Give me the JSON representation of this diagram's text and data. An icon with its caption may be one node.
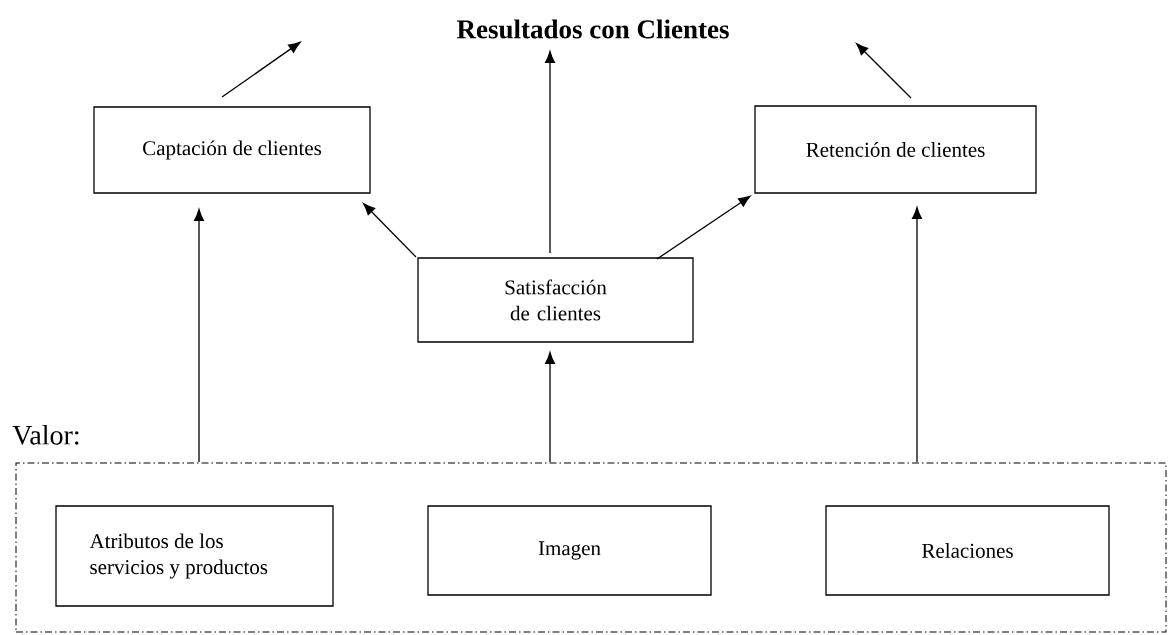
{
  "diagram": {
    "nodes": [
      {
        "text": [
          "**Resultados con Clientes**"
        ]
      },
      {
        "text": [
          "Captación de clientes"
        ]
      },
      {
        "text": [
          "Retención de clientes"
        ]
      },
      {
        "text": [
          "Satisfacción de clientes"
        ]
      },
      {
        "text": [
          "Valor:"
        ]
      },
      {
        "text": [
          "Atributos de los servicios y productos"
        ],
        "in": 4
      },
      {
        "text": [
          "Imagen"
        ],
        "in": 4
      },
      {
        "text": [
          "Relaciones"
        ],
        "in": 4
      }
    ],
    "edges": [
      {
        "from": 1,
        "to": null,
        "arrow": "to"
      },
      {
        "from": 3,
        "to": 0,
        "arrow": "to"
      },
      {
        "from": 2,
        "to": null,
        "arrow": "to"
      },
      {
        "from": 3,
        "to": 1,
        "arrow": "to"
      },
      {
        "from": 3,
        "to": 2,
        "arrow": "to"
      },
      {
        "from": 4,
        "to": 1,
        "arrow": "to"
      },
      {
        "from": 4,
        "to": 3,
        "arrow": "to"
      },
      {
        "from": 4,
        "to": 2,
        "arrow": "to"
      }
    ]
  }
}
